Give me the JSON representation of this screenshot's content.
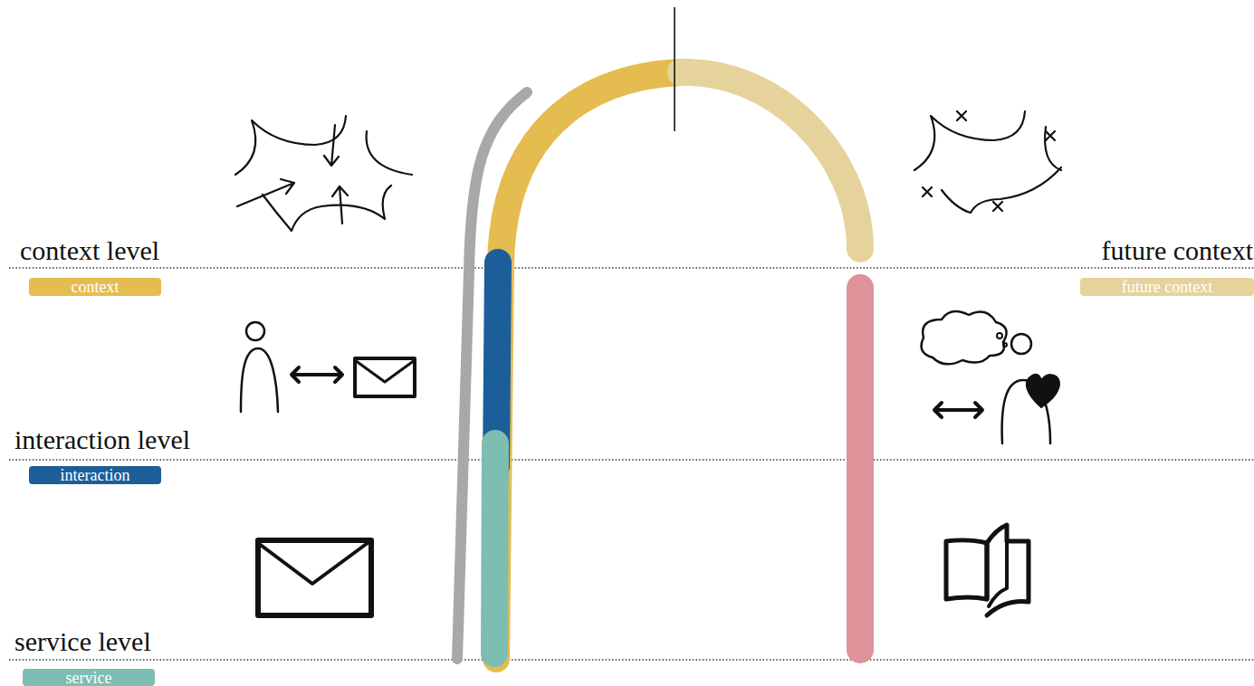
{
  "diagram": {
    "labels": [
      "context level",
      "interaction level",
      "service level",
      "future context"
    ],
    "legend": [
      {
        "text": "context",
        "color": "#e5bc4f"
      },
      {
        "text": "interaction",
        "color": "#1c5e9a"
      },
      {
        "text": "service",
        "color": "#7dbdb2"
      },
      {
        "text": "future context",
        "color": "#e6d39b"
      }
    ]
  }
}
